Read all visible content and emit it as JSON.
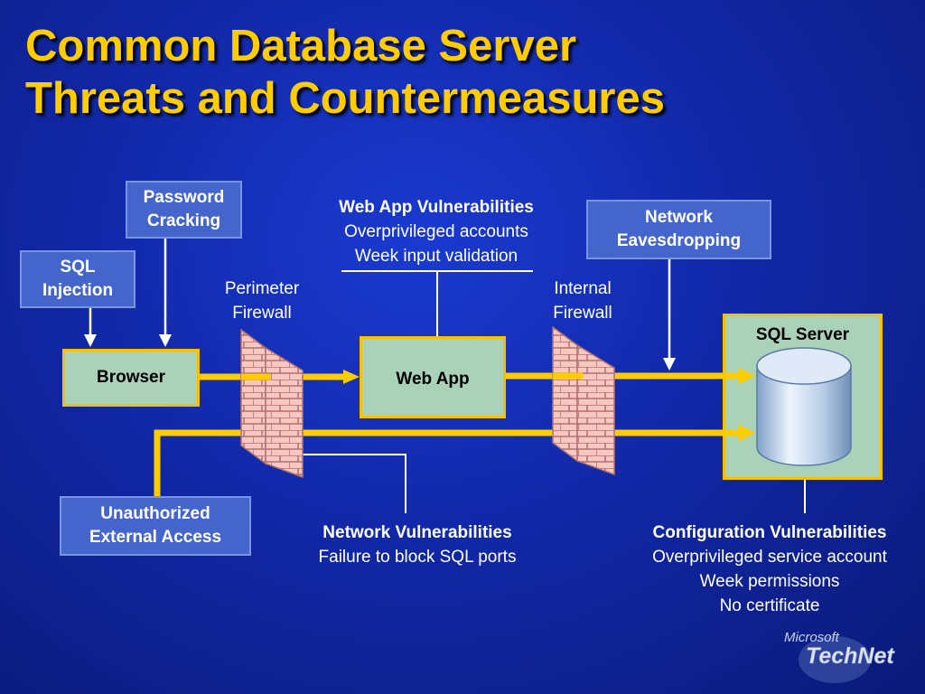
{
  "title": {
    "line1": "Common Database Server",
    "line2": "Threats and Countermeasures"
  },
  "threats": {
    "password_cracking": [
      "Password",
      "Cracking"
    ],
    "sql_injection": [
      "SQL",
      "Injection"
    ],
    "network_eavesdropping": [
      "Network",
      "Eavesdropping"
    ],
    "unauthorized_access": [
      "Unauthorized",
      "External Access"
    ]
  },
  "nodes": {
    "browser": "Browser",
    "web_app": "Web App",
    "sql_server": "SQL Server"
  },
  "firewalls": {
    "perimeter": [
      "Perimeter",
      "Firewall"
    ],
    "internal": [
      "Internal",
      "Firewall"
    ]
  },
  "vulnerabilities": {
    "web_app": {
      "heading": "Web App Vulnerabilities",
      "items": [
        "Overprivileged accounts",
        "Week input validation"
      ]
    },
    "network": {
      "heading": "Network Vulnerabilities",
      "items": [
        "Failure to block SQL ports"
      ]
    },
    "configuration": {
      "heading": "Configuration Vulnerabilities",
      "items": [
        "Overprivileged service account",
        "Week permissions",
        "No certificate"
      ]
    }
  },
  "logo": {
    "top": "Microsoft",
    "bottom": "TechNet"
  },
  "colors": {
    "title": "#ffcc00",
    "threat_box": "#4466cc",
    "node_box": "#a9d2b8",
    "flow_arrow": "#ffcc00",
    "background": "#1128a8"
  }
}
